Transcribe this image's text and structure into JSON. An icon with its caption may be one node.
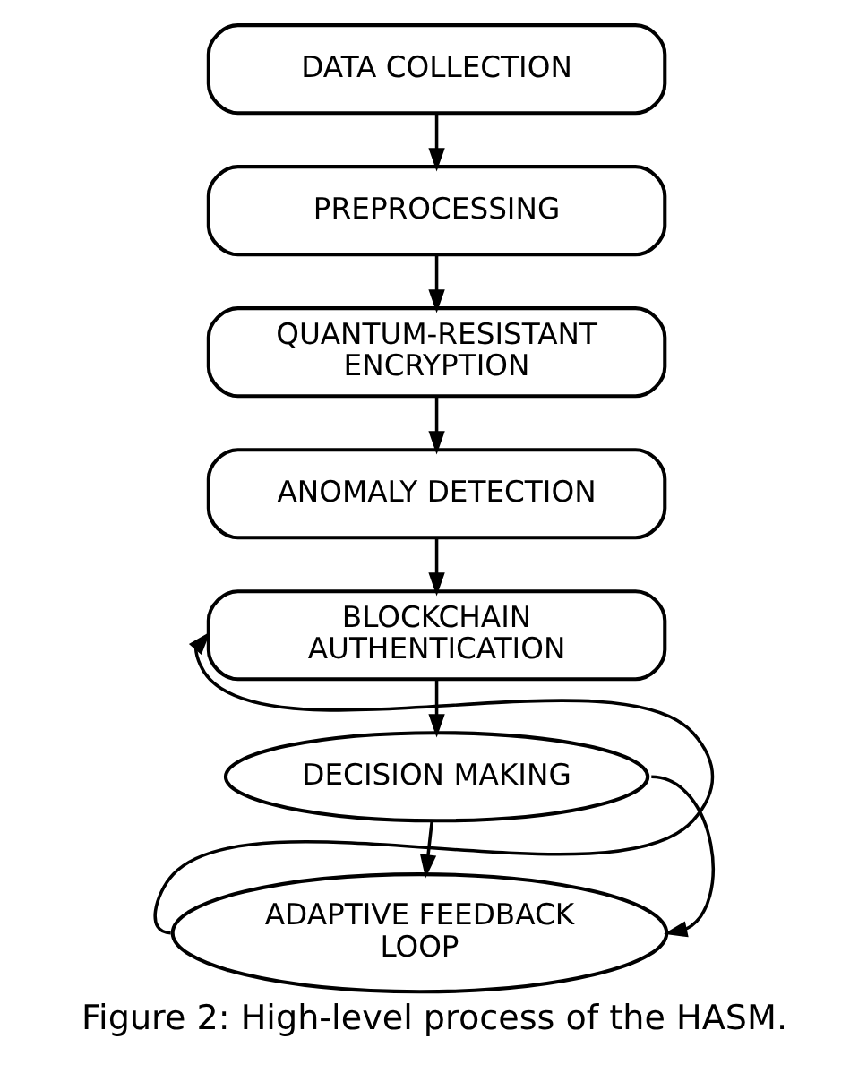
{
  "diagram": {
    "caption": "Figure 2: High-level process of the HASM.",
    "nodes": [
      {
        "text": [
          "DATA COLLECTION"
        ]
      },
      {
        "text": [
          "PREPROCESSING"
        ]
      },
      {
        "text": [
          "QUANTUM-RESISTANT ENCRYPTION"
        ]
      },
      {
        "text": [
          "ANOMALY DETECTION"
        ]
      },
      {
        "text": [
          "BLOCKCHAIN AUTHENTICATION"
        ]
      },
      {
        "text": [
          "DECISION MAKING"
        ]
      },
      {
        "text": [
          "ADAPTIVE FEEDBACK LOOP"
        ]
      }
    ],
    "edges": [
      {
        "from": 0,
        "to": 1,
        "arrow": "to"
      },
      {
        "from": 1,
        "to": 2,
        "arrow": "to"
      },
      {
        "from": 2,
        "to": 3,
        "arrow": "to"
      },
      {
        "from": 3,
        "to": 4,
        "arrow": "to"
      },
      {
        "from": 4,
        "to": 5,
        "arrow": "to"
      },
      {
        "from": 5,
        "to": 6,
        "arrow": "to"
      },
      {
        "from": 5,
        "to": 6,
        "arrow": "to"
      },
      {
        "from": 6,
        "to": 4,
        "arrow": "to"
      }
    ]
  }
}
